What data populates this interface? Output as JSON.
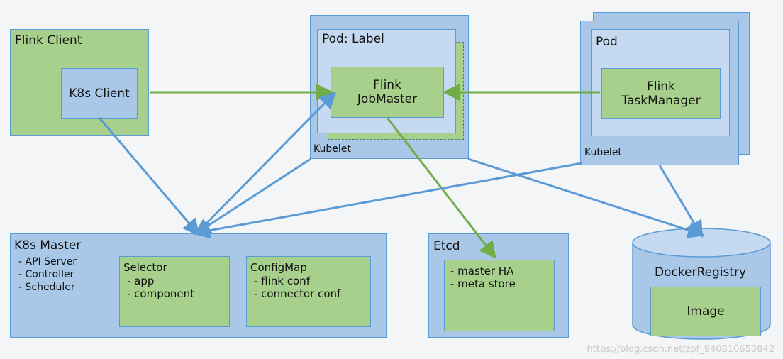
{
  "flink_client": {
    "title": "Flink Client",
    "k8s_client": "K8s Client"
  },
  "jm_pod": {
    "title": "Pod: Label",
    "jobmaster_line1": "Flink",
    "jobmaster_line2": "JobMaster",
    "kubelet": "Kubelet"
  },
  "tm_pod": {
    "title": "Pod",
    "taskmanager_line1": "Flink",
    "taskmanager_line2": "TaskManager",
    "kubelet": "Kubelet"
  },
  "k8s_master": {
    "title": "K8s Master",
    "items": [
      "- API Server",
      "- Controller",
      "- Scheduler"
    ],
    "selector": {
      "title": "Selector",
      "items": [
        "- app",
        "- component"
      ]
    },
    "configmap": {
      "title": "ConfigMap",
      "items": [
        "- flink conf",
        "- connector conf"
      ]
    }
  },
  "etcd": {
    "title": "Etcd",
    "items": [
      "- master HA",
      "- meta store"
    ]
  },
  "docker_registry": {
    "title": "DockerRegistry",
    "image": "Image"
  },
  "watermark": "https://blog.csdn.net/zpf_940810653842",
  "colors": {
    "blue_arrow": "#5b9bd5",
    "green_arrow": "#70ad47"
  }
}
